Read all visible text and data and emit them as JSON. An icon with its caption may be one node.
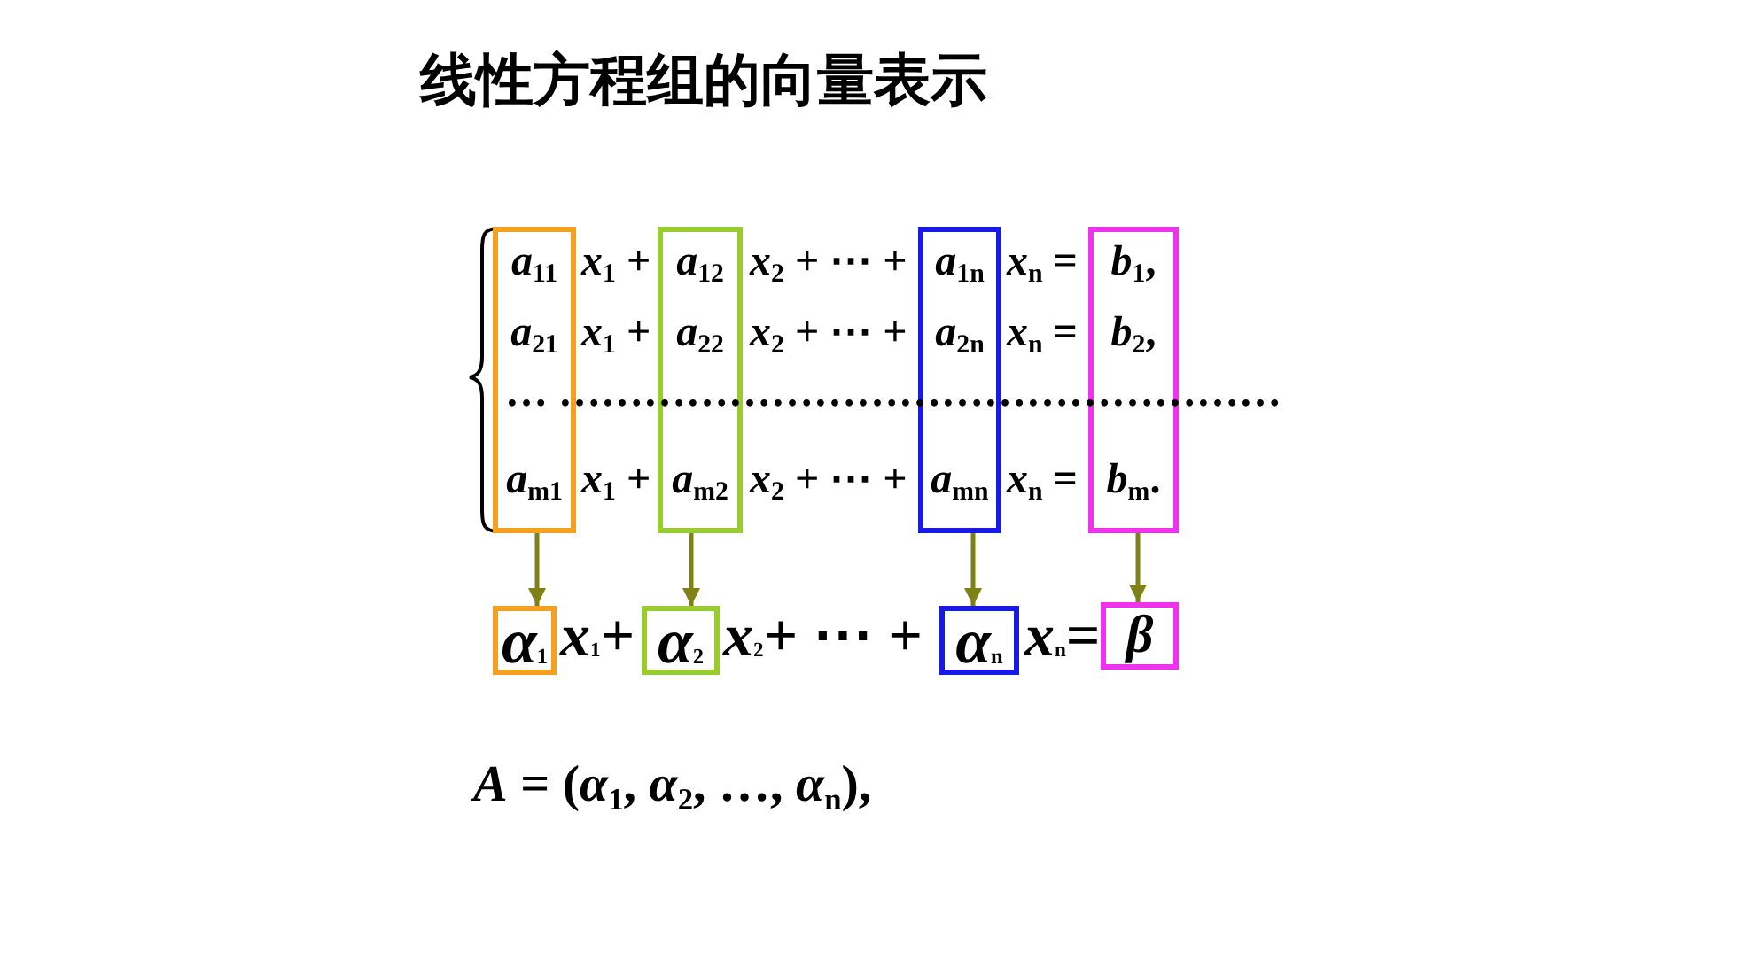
{
  "diagram": {
    "title": "线性方程组的向量表示",
    "nodes": [
      {
        "text": [
          "*a*$_{11}$",
          "*a*$_{21}$",
          "*a*$_{m1}$"
        ]
      },
      {
        "text": [
          "*a*$_{12}$",
          "*a*$_{22}$",
          "*a*$_{m2}$"
        ]
      },
      {
        "text": [
          "*a*$_{1n}$",
          "*a*$_{2n}$",
          "*a*$_{mn}$"
        ]
      },
      {
        "text": [
          "*b*$_{1}$,",
          "*b*$_{2}$,",
          "*b*$_{m}$."
        ]
      },
      {
        "text": [
          "*α*$_{1}$"
        ]
      },
      {
        "text": [
          "*α*$_{2}$"
        ]
      },
      {
        "text": [
          "*α*$_{n}$"
        ]
      },
      {
        "text": [
          "β"
        ]
      }
    ],
    "edges": [
      {
        "from": 0,
        "to": 4,
        "arrow": "to"
      },
      {
        "from": 1,
        "to": 5,
        "arrow": "to"
      },
      {
        "from": 2,
        "to": 6,
        "arrow": "to"
      },
      {
        "from": 3,
        "to": 7,
        "arrow": "to"
      }
    ],
    "labels": [
      "*x*$_{1}$ +",
      "*x*$_{2}$ + ⋯ +",
      "*x*$_{n}$ =",
      "*x*$_{1}$ +",
      "*x*$_{2}$ + ⋯ +",
      "*x*$_{n}$ =",
      "… ……………………………………………",
      "*x*$_{1}$ +",
      "*x*$_{2}$ + ⋯ +",
      "*x*$_{n}$ =",
      "*x*$_{1}$+",
      "*x*$_{2}$+ ⋯ +",
      "*x*$_{n}$=",
      "*A* = (*α*$_{1}$, *α*$_{2}$, …, *α*$_{n}$),"
    ]
  }
}
